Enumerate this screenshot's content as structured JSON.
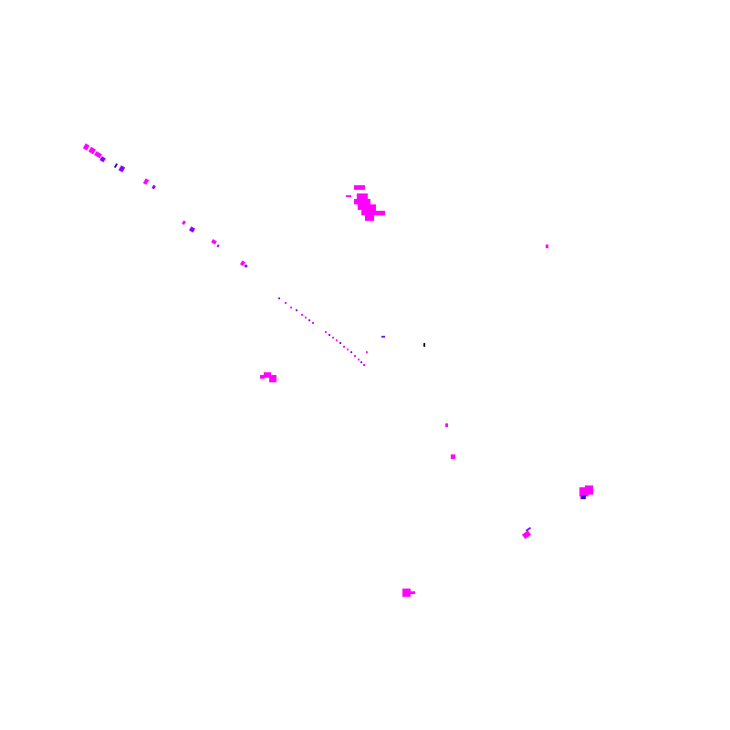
{
  "scene": {
    "background_color": "#ffffff",
    "palette": {
      "magenta": "#ff00ff",
      "violet": "#8a00ff",
      "blue": "#2a00c8",
      "dark": "#1a0040"
    },
    "shapes": [
      "streak",
      "blob",
      "speck",
      "diagonal-dots"
    ]
  }
}
